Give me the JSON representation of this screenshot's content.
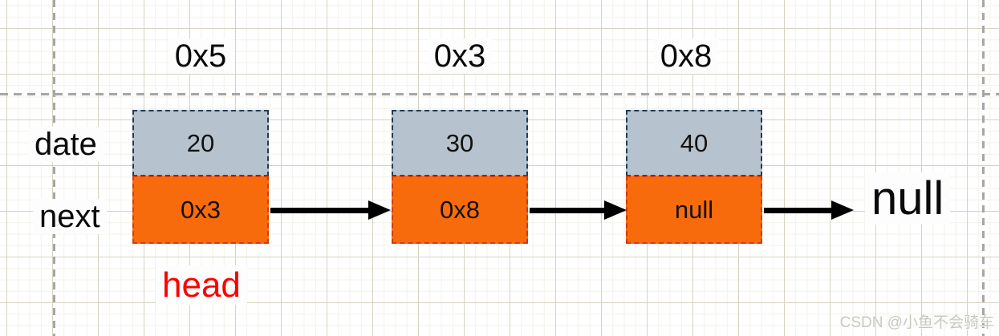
{
  "diagram": {
    "description": "singly linked list with three nodes",
    "row_labels": {
      "data": "date",
      "next": "next"
    },
    "nodes": [
      {
        "address": "0x5",
        "data": "20",
        "next": "0x3"
      },
      {
        "address": "0x3",
        "data": "30",
        "next": "0x8"
      },
      {
        "address": "0x8",
        "data": "40",
        "next": "null"
      }
    ],
    "tail_label": "null",
    "head_label": "head"
  },
  "watermark": "CSDN @小鱼不会骑车",
  "colors": {
    "data_cell_fill": "#b6c2cd",
    "data_cell_border": "#1f3c56",
    "next_cell_fill": "#f86b0c",
    "next_cell_border": "#d03a14",
    "arrow": "#000000",
    "head_label": "#ff0000",
    "guide_line": "#a6a6a6",
    "grid_major": "#d7d3c2",
    "grid_minor": "#f3f1e8",
    "watermark": "#c9c8c0"
  }
}
